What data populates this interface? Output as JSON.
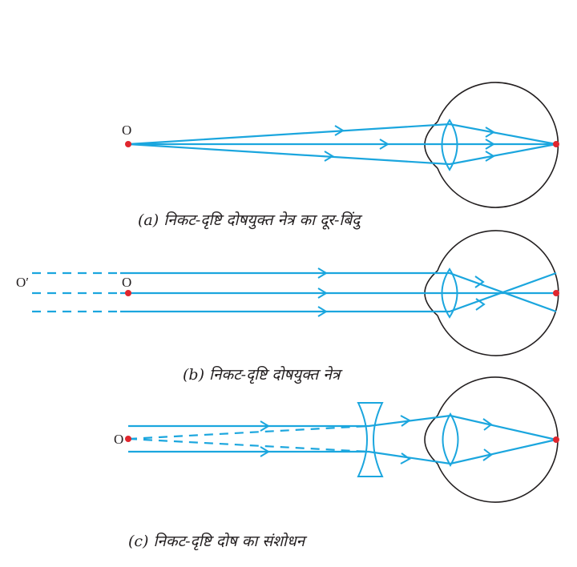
{
  "colors": {
    "ray": "#1ba6de",
    "point": "#e0262e",
    "outline": "#231f20"
  },
  "panel_a": {
    "object_label": "O",
    "caption": "(a) निकट-दृष्टि दोषयुक्त नेत्र का दूर-बिंदु"
  },
  "panel_b": {
    "far_label": "O′",
    "object_label": "O",
    "caption": "(b) निकट-दृष्टि दोषयुक्त नेत्र"
  },
  "panel_c": {
    "object_label": "O",
    "caption": "(c) निकट-दृष्टि दोष का संशोधन"
  }
}
